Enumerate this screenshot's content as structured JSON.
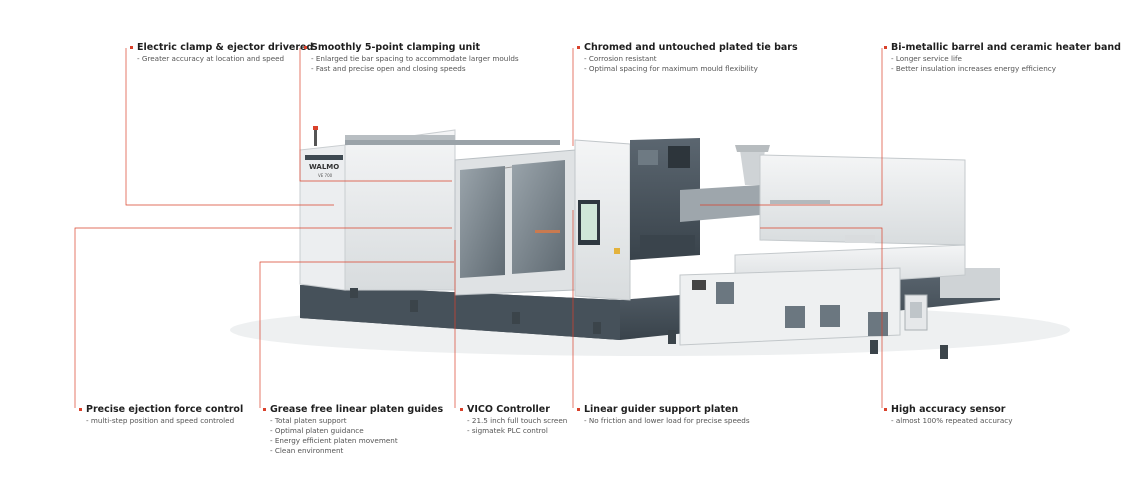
{
  "machine": {
    "brand": "WALMO",
    "model": "VE 700"
  },
  "callouts": [
    {
      "id": "clamp",
      "title": "Electric clamp & ejector drivered",
      "bullets": [
        "- Greater accuracy at location and speed"
      ]
    },
    {
      "id": "fivept",
      "title": "Smoothly 5-point clamping unit",
      "bullets": [
        "- Enlarged tie bar spacing to accommodate larger moulds",
        "- Fast and precise open and closing speeds"
      ]
    },
    {
      "id": "tiebars",
      "title": "Chromed and untouched plated tie bars",
      "bullets": [
        "- Corrosion resistant",
        "- Optimal spacing for maximum mould flexibility"
      ]
    },
    {
      "id": "barrel",
      "title": "Bi-metallic barrel and ceramic heater bands",
      "bullets": [
        "- Longer service life",
        "- Better insulation increases energy efficiency"
      ]
    },
    {
      "id": "eject",
      "title": "Precise ejection force control",
      "bullets": [
        "- multi-step position and speed controled"
      ]
    },
    {
      "id": "grease",
      "title": "Grease free linear platen guides",
      "bullets": [
        "- Total platen support",
        "- Optimal platen guidance",
        "- Energy efficient platen movement",
        "- Clean environment"
      ]
    },
    {
      "id": "vico",
      "title": "VICO Controller",
      "bullets": [
        "- 21.5 inch full touch screen",
        "- sigmatek PLC control"
      ]
    },
    {
      "id": "linear",
      "title": "Linear guider support platen",
      "bullets": [
        "- No friction and lower load for precise speeds"
      ]
    },
    {
      "id": "sensor",
      "title": "High accuracy sensor",
      "bullets": [
        "- almost 100% repeated accuracy"
      ]
    }
  ],
  "colors": {
    "accent": "#d9412b",
    "machine_light": "#e6e8e9",
    "machine_dark": "#4b5761",
    "machine_mid": "#8e989f"
  }
}
